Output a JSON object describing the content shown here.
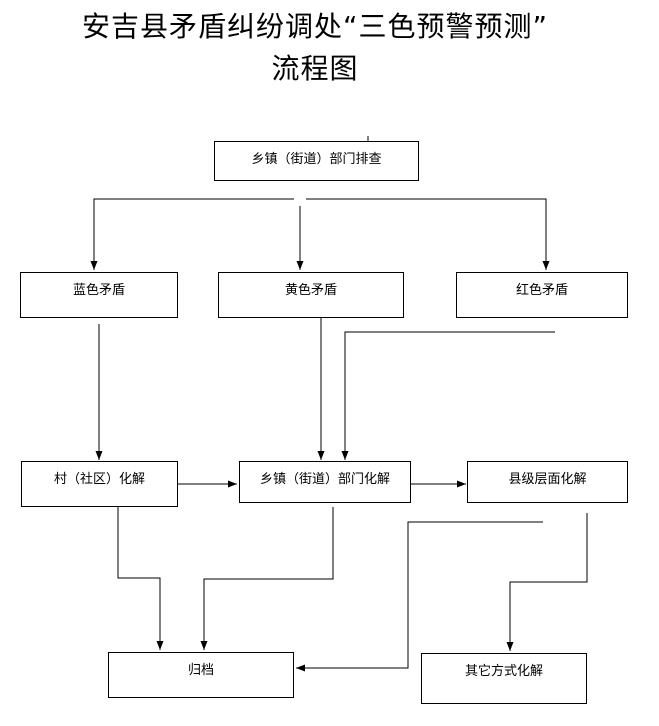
{
  "title": {
    "line1": "安吉县矛盾纠纷调处“三色预警预测”",
    "line2": "流程图"
  },
  "nodes": {
    "township_check": "乡镇（街道）部门排查",
    "blue": "蓝色矛盾",
    "yellow": "黄色矛盾",
    "red": "红色矛盾",
    "village": "村（社区）化解",
    "township_resolve": "乡镇（街道）部门化解",
    "county": "县级层面化解",
    "archive": "归档",
    "other": "其它方式化解"
  }
}
